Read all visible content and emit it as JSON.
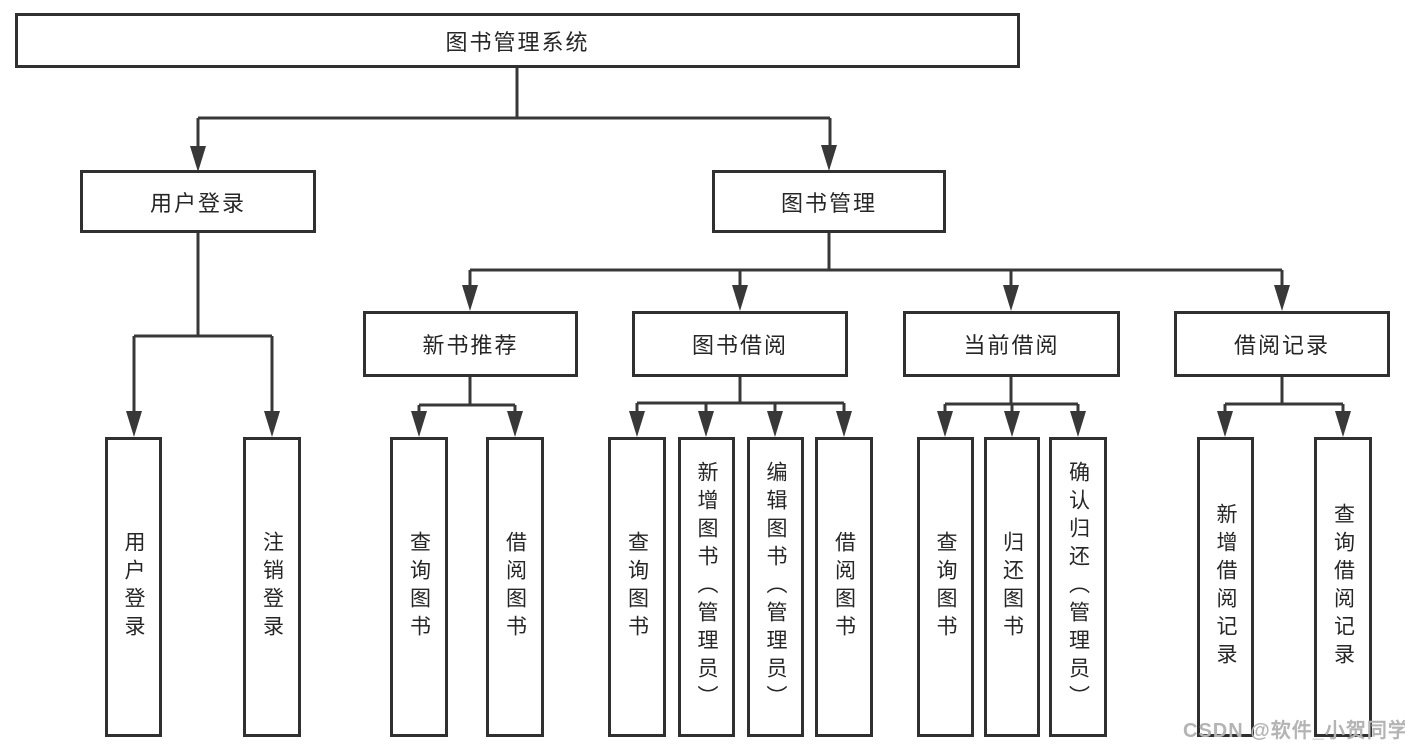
{
  "diagram": {
    "root": {
      "label": "图书管理系统"
    },
    "branches": [
      {
        "label": "用户登录",
        "leaves": [
          {
            "label": "用户登录"
          },
          {
            "label": "注销登录"
          }
        ]
      },
      {
        "label": "图书管理",
        "groups": [
          {
            "label": "新书推荐",
            "leaves": [
              {
                "label": "查询图书"
              },
              {
                "label": "借阅图书"
              }
            ]
          },
          {
            "label": "图书借阅",
            "leaves": [
              {
                "label": "查询图书"
              },
              {
                "label": "新增图书（管理员）"
              },
              {
                "label": "编辑图书（管理员）"
              },
              {
                "label": "借阅图书"
              }
            ]
          },
          {
            "label": "当前借阅",
            "leaves": [
              {
                "label": "查询图书"
              },
              {
                "label": "归还图书"
              },
              {
                "label": "确认归还（管理员）"
              }
            ]
          },
          {
            "label": "借阅记录",
            "leaves": [
              {
                "label": "新增借阅记录"
              },
              {
                "label": "查询借阅记录"
              }
            ]
          }
        ]
      }
    ],
    "watermark": {
      "text": "CSDN @软件_小贺同学"
    },
    "colors": {
      "line": "#383838",
      "border": "#303030",
      "text": "#262626",
      "watermark": "#b4b4b4",
      "background": "#ffffff"
    }
  }
}
